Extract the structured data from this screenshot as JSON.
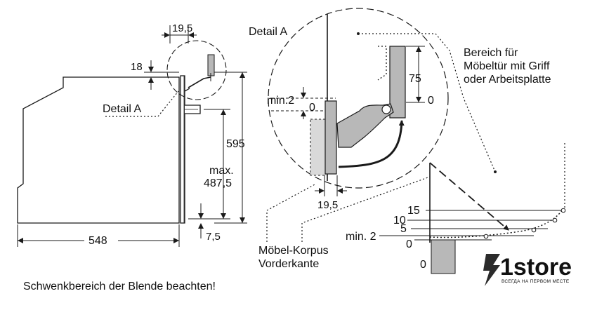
{
  "labels": {
    "dim_19_5_top": "19,5",
    "dim_18": "18",
    "detail_a_left": "Detail A",
    "dim_595": "595",
    "dim_max": "max.",
    "dim_487_5": "487,5",
    "dim_7_5": "7,5",
    "dim_548": "548",
    "detail_a_title": "Detail A",
    "dim_min2_detail": "min.2",
    "dim_0_detail": "0",
    "dim_75": "75",
    "dim_0_right": "0",
    "dim_19_5_bottom": "19,5",
    "bereich_line1": "Bereich für",
    "bereich_line2": "Möbeltür mit Griff",
    "bereich_line3": "oder Arbeitsplatte",
    "moebel_line1": "Möbel-Korpus",
    "moebel_line2": "Vorderkante",
    "scale_15": "15",
    "scale_10": "10",
    "scale_5": "5",
    "scale_min2": "min. 2",
    "scale_0": "0",
    "scale_0_bottom": "0",
    "footer_note": "Schwenkbereich der Blende beachten!"
  },
  "logo": {
    "name": "1store",
    "tagline": "ВСЕГДА НА ПЕРВОМ МЕСТЕ",
    "bolt_icon": "lightning-bolt-icon"
  },
  "colors": {
    "line": "#1a1a1a",
    "part_fill": "#b8b8b8",
    "panel_fill": "#d9d9d9",
    "logo_dark": "#2b2b2b"
  }
}
